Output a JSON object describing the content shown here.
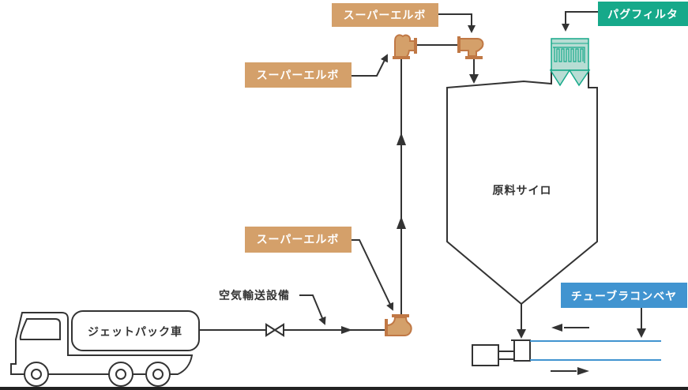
{
  "labels": {
    "elbow_top": "スーパーエルボ",
    "elbow_mid": "スーパーエルボ",
    "elbow_bottom": "スーパーエルボ",
    "bag_filter": "パグフィルタ",
    "silo": "原料サイロ",
    "air_transport": "空気輸送設備",
    "truck": "ジェットパック車",
    "conveyor": "チューブラコンベヤ"
  },
  "colors": {
    "elbow_label_bg": "#d4a06a",
    "bag_filter_bg": "#16a98a",
    "conveyor_bg": "#4194d0",
    "line": "#333333",
    "conveyor_pipe": "#4194d0"
  }
}
